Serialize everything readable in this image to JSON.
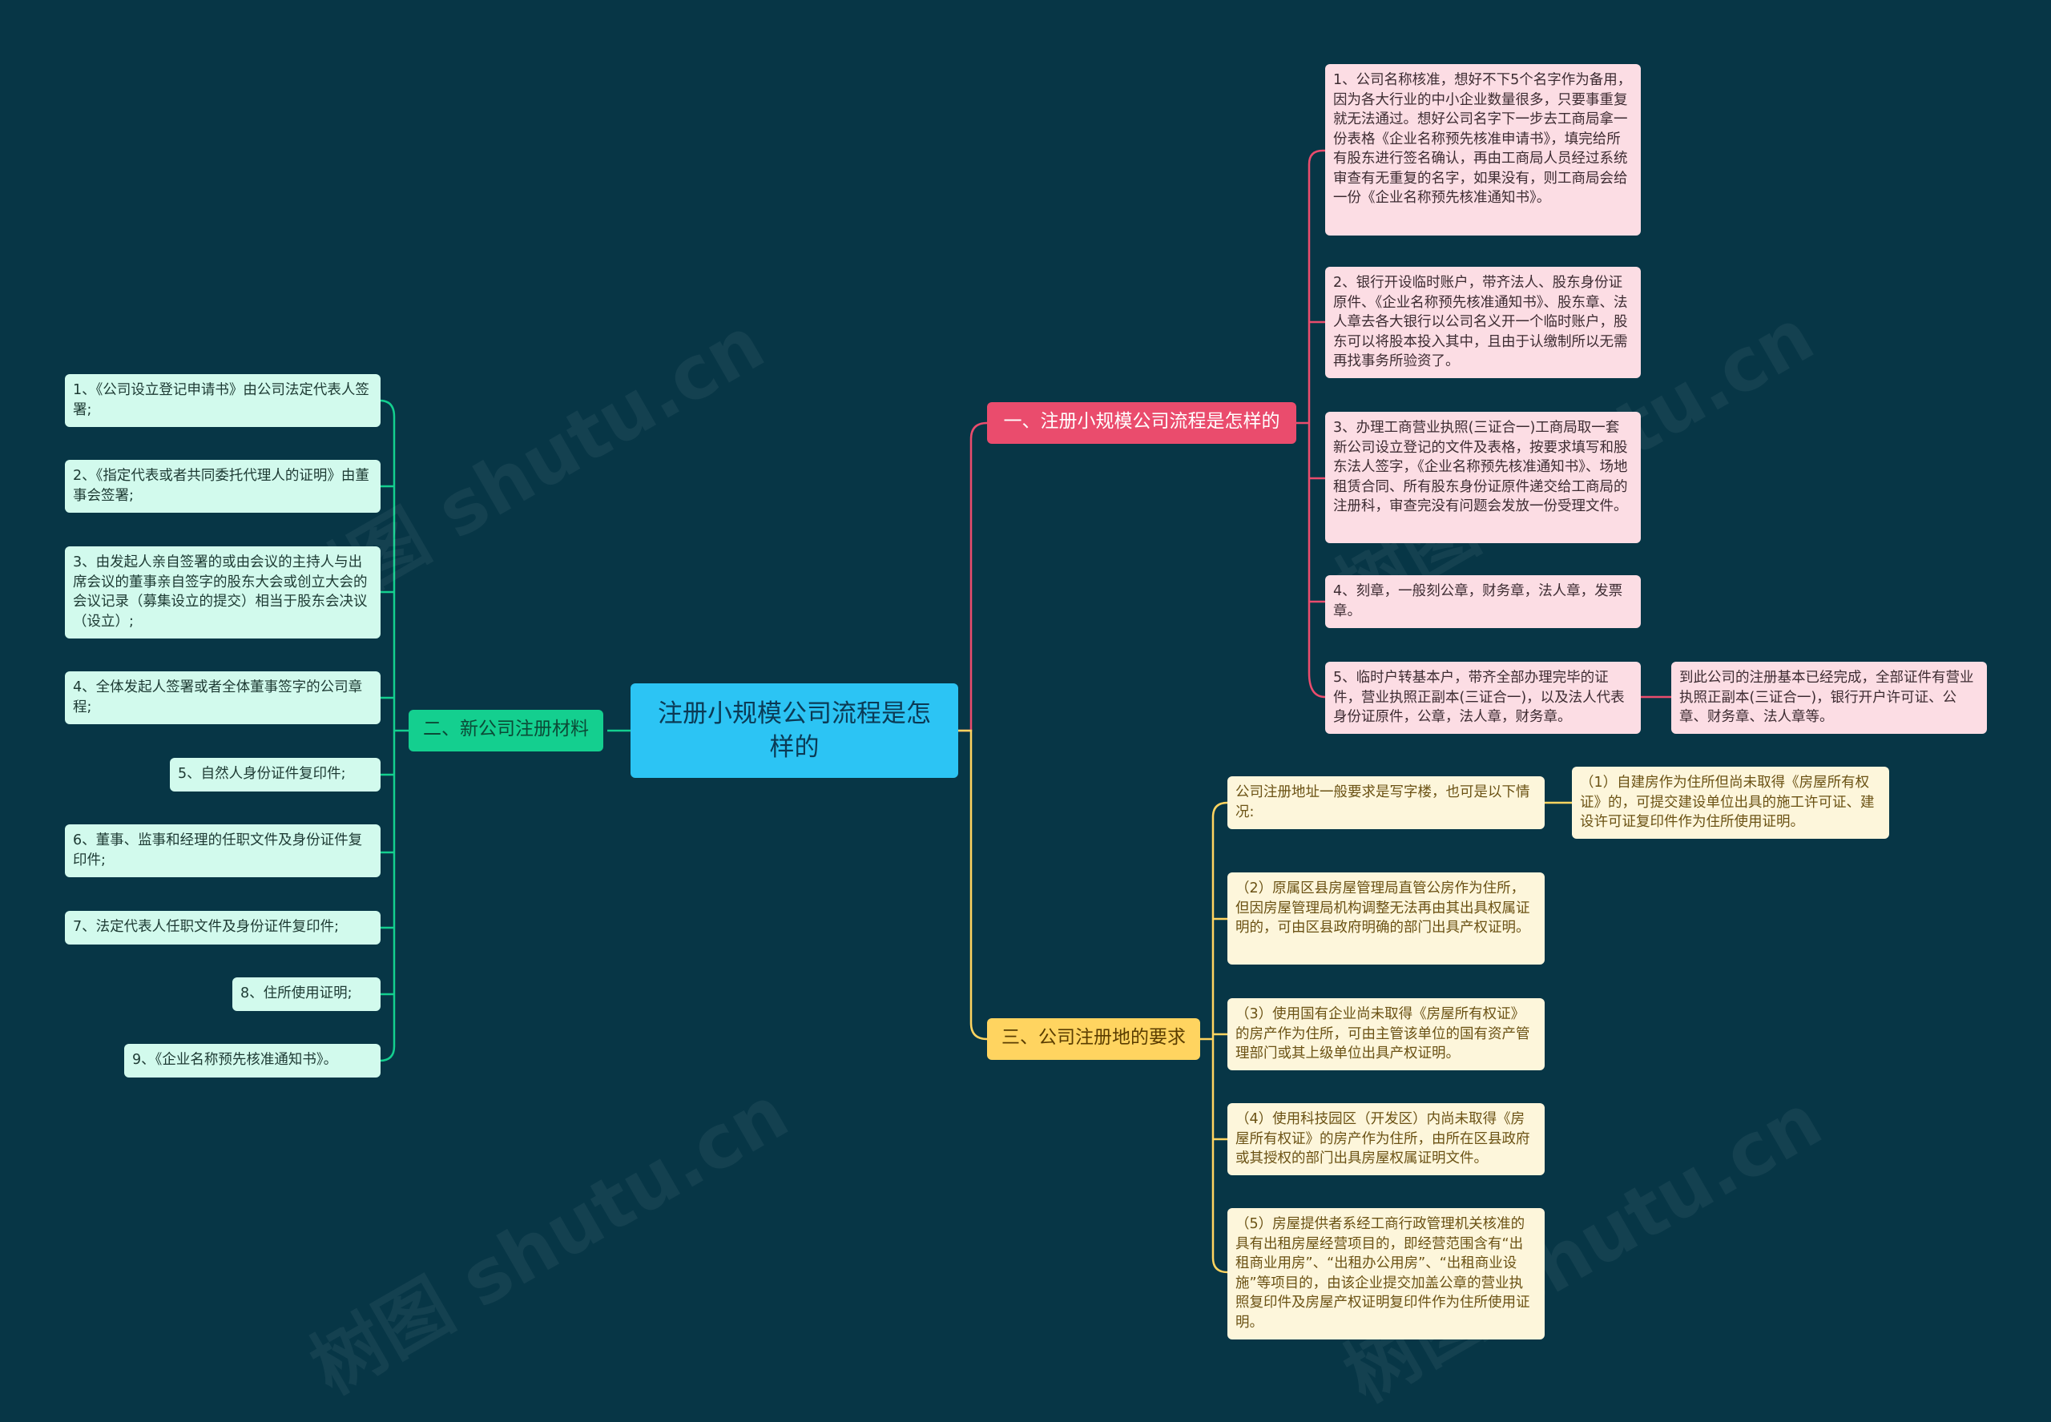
{
  "center": {
    "label": "注册小规模公司流程是怎样的"
  },
  "branches": {
    "process": {
      "label": "一、注册小规模公司流程是怎样的",
      "color": "#ea4c6d",
      "items": [
        "1、公司名称核准，想好不下5个名字作为备用，因为各大行业的中小企业数量很多，只要事重复就无法通过。想好公司名字下一步去工商局拿一份表格《企业名称预先核准申请书》，填完给所有股东进行签名确认，再由工商局人员经过系统审查有无重复的名字，如果没有，则工商局会给一份《企业名称预先核准通知书》。",
        "2、银行开设临时账户，带齐法人、股东身份证原件、《企业名称预先核准通知书》、股东章、法人章去各大银行以公司名义开一个临时账户，股东可以将股本投入其中，且由于认缴制所以无需再找事务所验资了。",
        "3、办理工商营业执照(三证合一)工商局取一套新公司设立登记的文件及表格，按要求填写和股东法人签字，《企业名称预先核准通知书》、场地租赁合同、所有股东身份证原件递交给工商局的注册科，审查完没有问题会发放一份受理文件。",
        "4、刻章，一般刻公章，财务章，法人章，发票章。",
        "5、临时户转基本户，带齐全部办理完毕的证件，营业执照正副本(三证合一)，以及法人代表身份证原件，公章，法人章，财务章。"
      ],
      "sub_item": "到此公司的注册基本已经完成，全部证件有营业执照正副本(三证合一)，银行开户许可证、公章、财务章、法人章等。"
    },
    "materials": {
      "label": "二、新公司注册材料",
      "color": "#14cf8f",
      "items": [
        "1、《公司设立登记申请书》由公司法定代表人签署;",
        "2、《指定代表或者共同委托代理人的证明》由董事会签署;",
        "3、由发起人亲自签署的或由会议的主持人与出席会议的董事亲自签字的股东大会或创立大会的会议记录（募集设立的提交）相当于股东会决议（设立）;",
        "4、全体发起人签署或者全体董事签字的公司章程;",
        "5、自然人身份证件复印件;",
        "6、董事、监事和经理的任职文件及身份证件复印件;",
        "7、法定代表人任职文件及身份证件复印件;",
        "8、住所使用证明;",
        "9、《企业名称预先核准通知书》。"
      ]
    },
    "address": {
      "label": "三、公司注册地的要求",
      "color": "#ffd460",
      "items": [
        "公司注册地址一般要求是写字楼，也可是以下情况:",
        "（2）原属区县房屋管理局直管公房作为住所，但因房屋管理局机构调整无法再由其出具权属证明的，可由区县政府明确的部门出具产权证明。",
        "（3）使用国有企业尚未取得《房屋所有权证》的房产作为住所，可由主管该单位的国有资产管理部门或其上级单位出具产权证明。",
        "（4）使用科技园区（开发区）内尚未取得《房屋所有权证》的房产作为住所，由所在区县政府或其授权的部门出具房屋权属证明文件。",
        "（5）房屋提供者系经工商行政管理机关核准的具有出租房屋经营项目的，即经营范围含有“出租商业用房”、“出租办公用房”、“出租商业设施”等项目的，由该企业提交加盖公章的营业执照复印件及房屋产权证明复印件作为住所使用证明。"
      ],
      "sub_item": "（1）自建房作为住所但尚未取得《房屋所有权证》的，可提交建设单位出具的施工许可证、建设许可证复印件作为住所使用证明。"
    }
  },
  "watermark": "树图 shutu.cn",
  "colors": {
    "background": "#073646",
    "center": "#2cc4f4"
  }
}
